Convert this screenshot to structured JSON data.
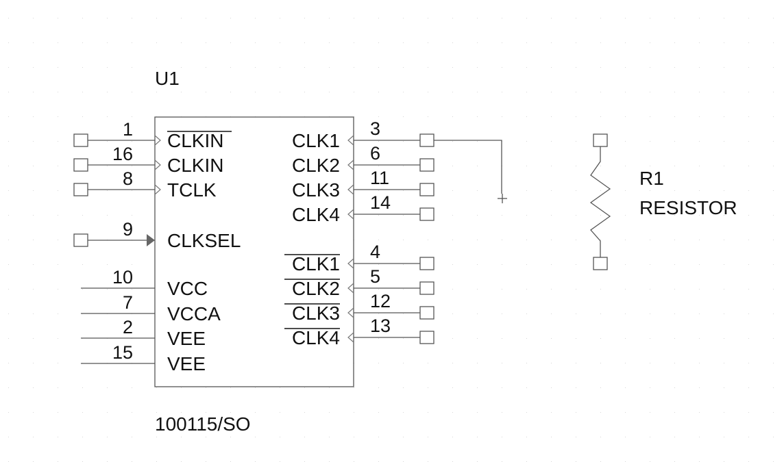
{
  "u1": {
    "ref": "U1",
    "part": "100115/SO",
    "left_pins": [
      {
        "num": "1",
        "name": "CLKIN",
        "overbar": true,
        "style": "arrow",
        "terminal": true
      },
      {
        "num": "16",
        "name": "CLKIN",
        "overbar": false,
        "style": "arrow",
        "terminal": true
      },
      {
        "num": "8",
        "name": "TCLK",
        "overbar": false,
        "style": "arrow",
        "terminal": true
      },
      {
        "num": "9",
        "name": "CLKSEL",
        "overbar": false,
        "style": "filled",
        "terminal": true
      },
      {
        "num": "10",
        "name": "VCC",
        "overbar": false,
        "style": "plain",
        "terminal": false
      },
      {
        "num": "7",
        "name": "VCCA",
        "overbar": false,
        "style": "plain",
        "terminal": false
      },
      {
        "num": "2",
        "name": "VEE",
        "overbar": false,
        "style": "plain",
        "terminal": false
      },
      {
        "num": "15",
        "name": "VEE",
        "overbar": false,
        "style": "plain",
        "terminal": false
      }
    ],
    "right_pins": [
      {
        "num": "3",
        "name": "CLK1",
        "overbar": false
      },
      {
        "num": "6",
        "name": "CLK2",
        "overbar": false
      },
      {
        "num": "11",
        "name": "CLK3",
        "overbar": false
      },
      {
        "num": "14",
        "name": "CLK4",
        "overbar": false
      },
      {
        "num": "4",
        "name": "CLK1",
        "overbar": true
      },
      {
        "num": "5",
        "name": "CLK2",
        "overbar": true
      },
      {
        "num": "12",
        "name": "CLK3",
        "overbar": true
      },
      {
        "num": "13",
        "name": "CLK4",
        "overbar": true
      }
    ]
  },
  "r1": {
    "ref": "R1",
    "value": "RESISTOR"
  }
}
